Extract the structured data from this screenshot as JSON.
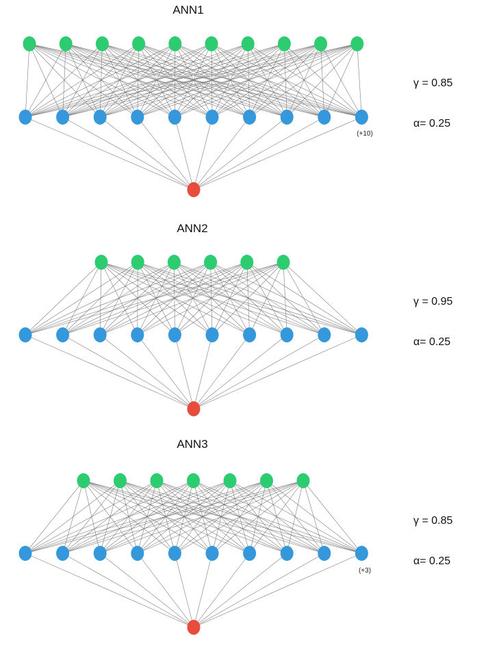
{
  "colors": {
    "hidden_node": "#2ecc71",
    "input_node": "#3498db",
    "output_node": "#e74c3c",
    "edge": "#6e6e6e"
  },
  "networks": [
    {
      "title": "ANN1",
      "hidden_count": 10,
      "input_count": 10,
      "output_count": 1,
      "extra_label": "(+10)",
      "gamma": "γ = 0.85",
      "alpha": "α= 0.25"
    },
    {
      "title": "ANN2",
      "hidden_count": 6,
      "input_count": 10,
      "output_count": 1,
      "extra_label": "",
      "gamma": "γ = 0.95",
      "alpha": "α= 0.25"
    },
    {
      "title": "ANN3",
      "hidden_count": 7,
      "input_count": 10,
      "output_count": 1,
      "extra_label": "(+3)",
      "gamma": "γ = 0.85",
      "alpha": "α= 0.25"
    }
  ]
}
